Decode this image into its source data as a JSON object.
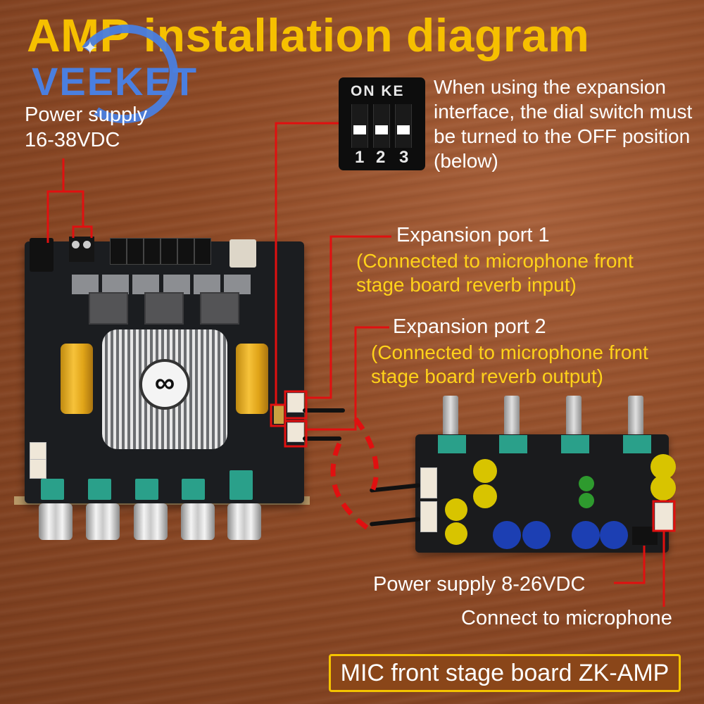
{
  "title": "AMP installation diagram",
  "logo": {
    "text": "VEEKET",
    "color": "#4a7fe0"
  },
  "amp_board": {
    "power_label_line1": "Power supply",
    "power_label_line2": "16-38VDC",
    "fan_symbol": "∞"
  },
  "dip_switch": {
    "header": "ON KE",
    "positions": [
      "1",
      "2",
      "3"
    ],
    "state": "OFF",
    "note": "When using the expansion interface, the dial switch must be turned to the OFF position (below)"
  },
  "expansion_ports": [
    {
      "label": "Expansion port 1",
      "description": "(Connected to microphone front stage board reverb input)"
    },
    {
      "label": "Expansion port 2",
      "description": "(Connected to microphone front stage board reverb output)"
    }
  ],
  "mic_board": {
    "power_label": "Power supply 8-26VDC",
    "mic_label": "Connect to microphone",
    "name": "MIC front stage board ZK-AMP"
  },
  "colors": {
    "title": "#f6c000",
    "callout_line": "#e01010",
    "description_text": "#ffd21a",
    "label_box_bg": "#8a4619",
    "label_box_border": "#f4c400"
  }
}
